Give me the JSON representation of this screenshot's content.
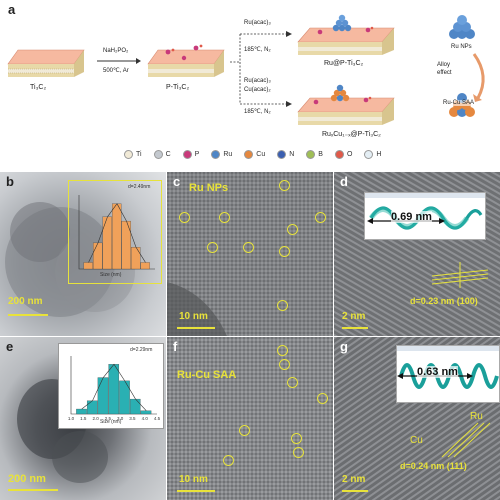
{
  "panels": {
    "a": {
      "label": "a",
      "ti3c2": "Ti₃C₂",
      "step1_reagent": "NaH₂PO₂",
      "step1_cond": "500℃, Ar",
      "p_ti3c2": "P-Ti₃C₂",
      "top_reagent": "Ru(acac)₃",
      "top_cond": "185℃, N₂",
      "top_product": "Ru@P-Ti₃C₂",
      "bot_reagent1": "Ru(acac)₃",
      "bot_reagent2": "Cu(acac)₂",
      "bot_cond": "185℃, N₂",
      "bot_product": "RuₓCu₁₋ₓ@P-Ti₃C₂",
      "ru_nps": "Ru NPs",
      "alloy1": "Alloy",
      "alloy2": "effect",
      "rucu_saa": "Ru-Cu SAA",
      "legend": [
        {
          "label": "Ti",
          "color": "#f1ead7"
        },
        {
          "label": "C",
          "color": "#c4c9cf"
        },
        {
          "label": "P",
          "color": "#c83a7a"
        },
        {
          "label": "Ru",
          "color": "#4f86c6"
        },
        {
          "label": "Cu",
          "color": "#e5883f"
        },
        {
          "label": "N",
          "color": "#3b5fb0"
        },
        {
          "label": "B",
          "color": "#9fbe56"
        },
        {
          "label": "O",
          "color": "#e05a4a"
        },
        {
          "label": "H",
          "color": "#e4eef4"
        }
      ]
    },
    "b": {
      "label": "b",
      "size_note": "d=2.49nm",
      "scale": "200 nm",
      "hist_x": "Size (nm)"
    },
    "c": {
      "label": "c",
      "title": "Ru NPs",
      "scale": "10 nm"
    },
    "d": {
      "label": "d",
      "width": "0.69 nm",
      "spacing": "d=0.23 nm (100)",
      "scale": "2 nm"
    },
    "e": {
      "label": "e",
      "size_note": "d=2.29nm",
      "scale": "200 nm",
      "hist_x": "Size (nm)"
    },
    "f": {
      "label": "f",
      "title": "Ru-Cu SAA",
      "scale": "10 nm"
    },
    "g": {
      "label": "g",
      "width": "0.63 nm",
      "ru": "Ru",
      "cu": "Cu",
      "spacing": "d=0.24 nm (111)",
      "scale": "2 nm"
    }
  },
  "chart_data": [
    {
      "type": "bar",
      "panel": "b",
      "title": "",
      "xlabel": "Size (nm)",
      "ylabel": "",
      "note": "d=2.49nm",
      "categories": [
        "1.0",
        "1.5",
        "2.0",
        "2.5",
        "3.0",
        "3.5",
        "4.0"
      ],
      "values": [
        3,
        12,
        24,
        30,
        22,
        10,
        3
      ],
      "ylim": [
        0,
        34
      ],
      "color": "#f0a15a"
    },
    {
      "type": "bar",
      "panel": "e",
      "title": "",
      "xlabel": "Size (nm)",
      "ylabel": "",
      "note": "d=2.29nm",
      "categories": [
        "1.0",
        "1.5",
        "2.0",
        "2.5",
        "3.0",
        "3.5",
        "4.0"
      ],
      "x_ticks": [
        "1.0",
        "1.5",
        "2.0",
        "2.5",
        "3.0",
        "3.5",
        "4.0",
        "4.5"
      ],
      "values": [
        3,
        8,
        22,
        30,
        20,
        9,
        2
      ],
      "ylim": [
        0,
        35
      ],
      "color": "#2ab0b3"
    }
  ]
}
